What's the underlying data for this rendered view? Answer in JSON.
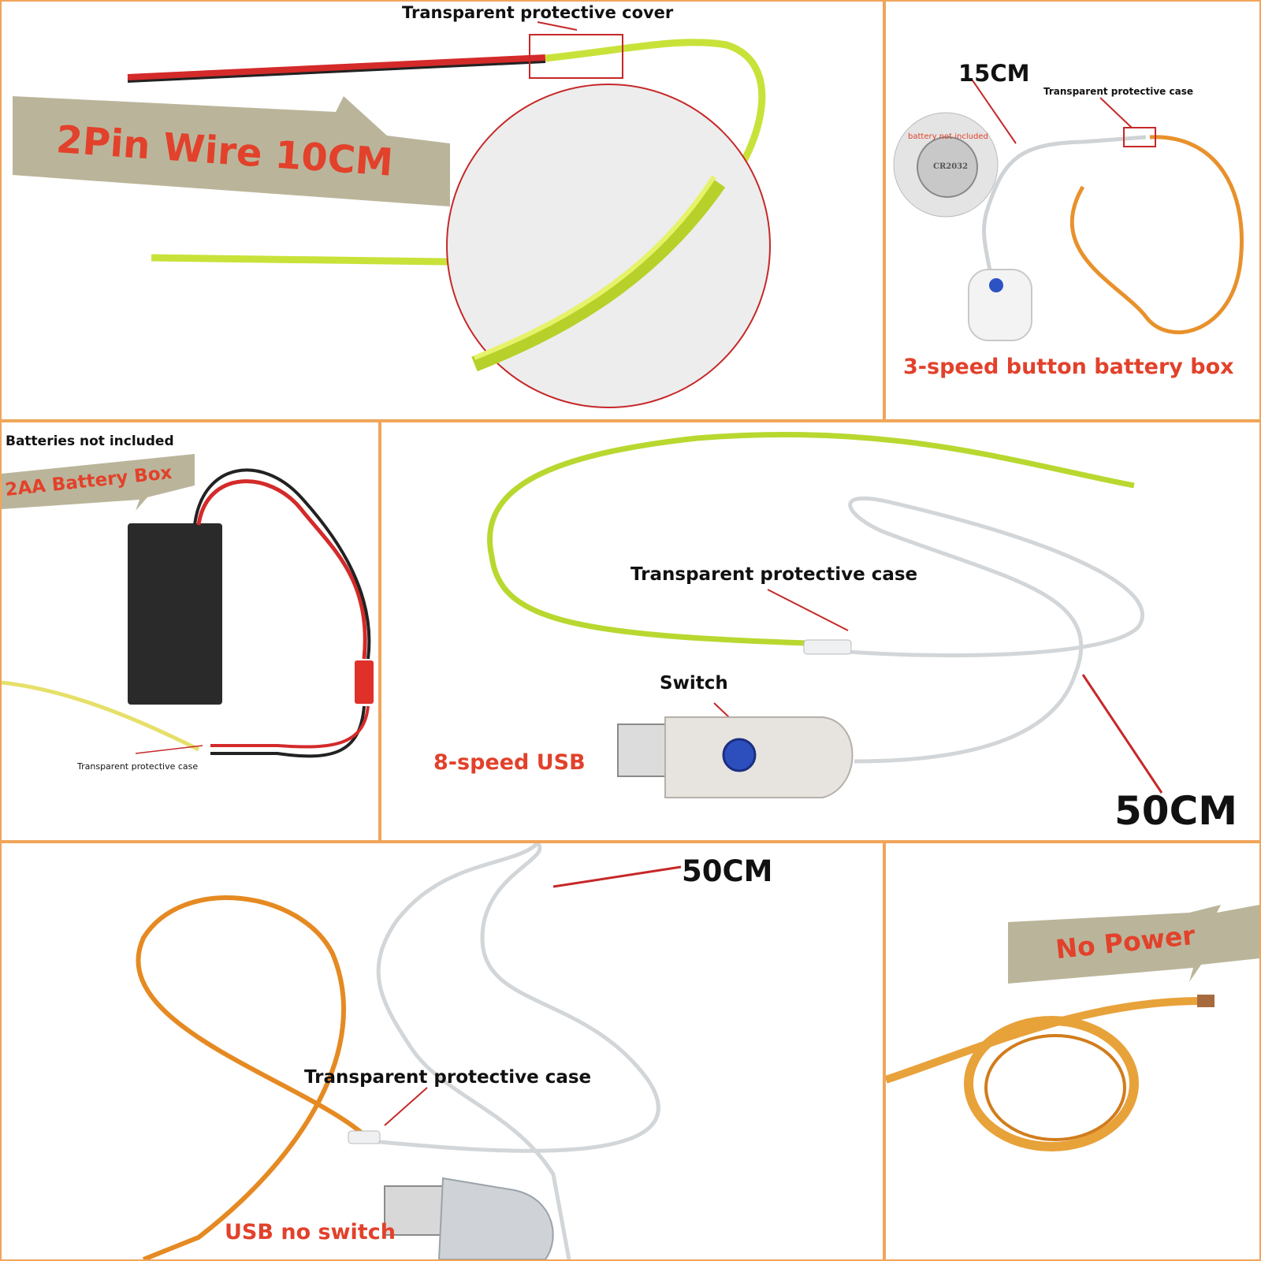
{
  "panel1": {
    "callout": "Transparent protective cover",
    "banner": "2Pin Wire 10CM"
  },
  "panel2": {
    "length": "15CM",
    "callout": "Transparent protective case",
    "battery_note": "battery not included",
    "battery_model": "CR2032",
    "caption": "3-speed button battery box"
  },
  "panel3": {
    "note": "Batteries not included",
    "banner": "2AA Battery Box",
    "callout": "Transparent protective case"
  },
  "panel4": {
    "callout": "Transparent protective case",
    "switch": "Switch",
    "caption": "8-speed USB",
    "length": "50CM"
  },
  "panel5": {
    "length": "50CM",
    "callout": "Transparent protective case",
    "caption": "USB no switch"
  },
  "panel6": {
    "banner": "No Power"
  },
  "colors": {
    "frame": "#f0a55a",
    "accent_red": "#e2412b",
    "banner_bg": "#bab59a",
    "wire_yellow": "#c9e23a",
    "wire_orange": "#e8912c"
  }
}
